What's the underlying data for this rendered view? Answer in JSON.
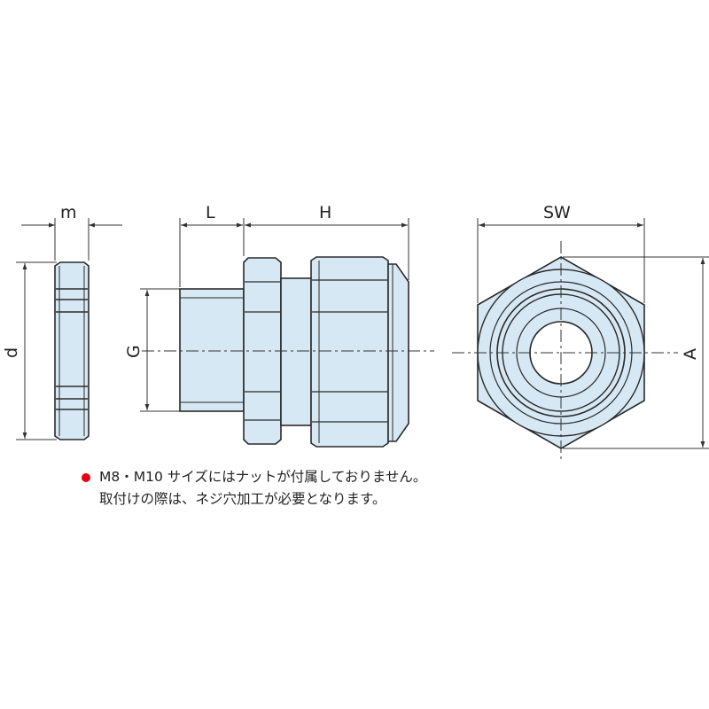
{
  "labels": {
    "m": "m",
    "d": "d",
    "L": "L",
    "H": "H",
    "G": "G",
    "SW": "SW",
    "A": "A"
  },
  "note": {
    "line1": "M8・M10 サイズにはナットが付属しておりません。",
    "line2": "取付けの際は、ネジ穴加工が必要となります。"
  },
  "colors": {
    "part_fill": "#d6e8f3",
    "part_stroke": "#2a2a2a",
    "dim_line": "#333333",
    "bullet": "#e60012"
  }
}
